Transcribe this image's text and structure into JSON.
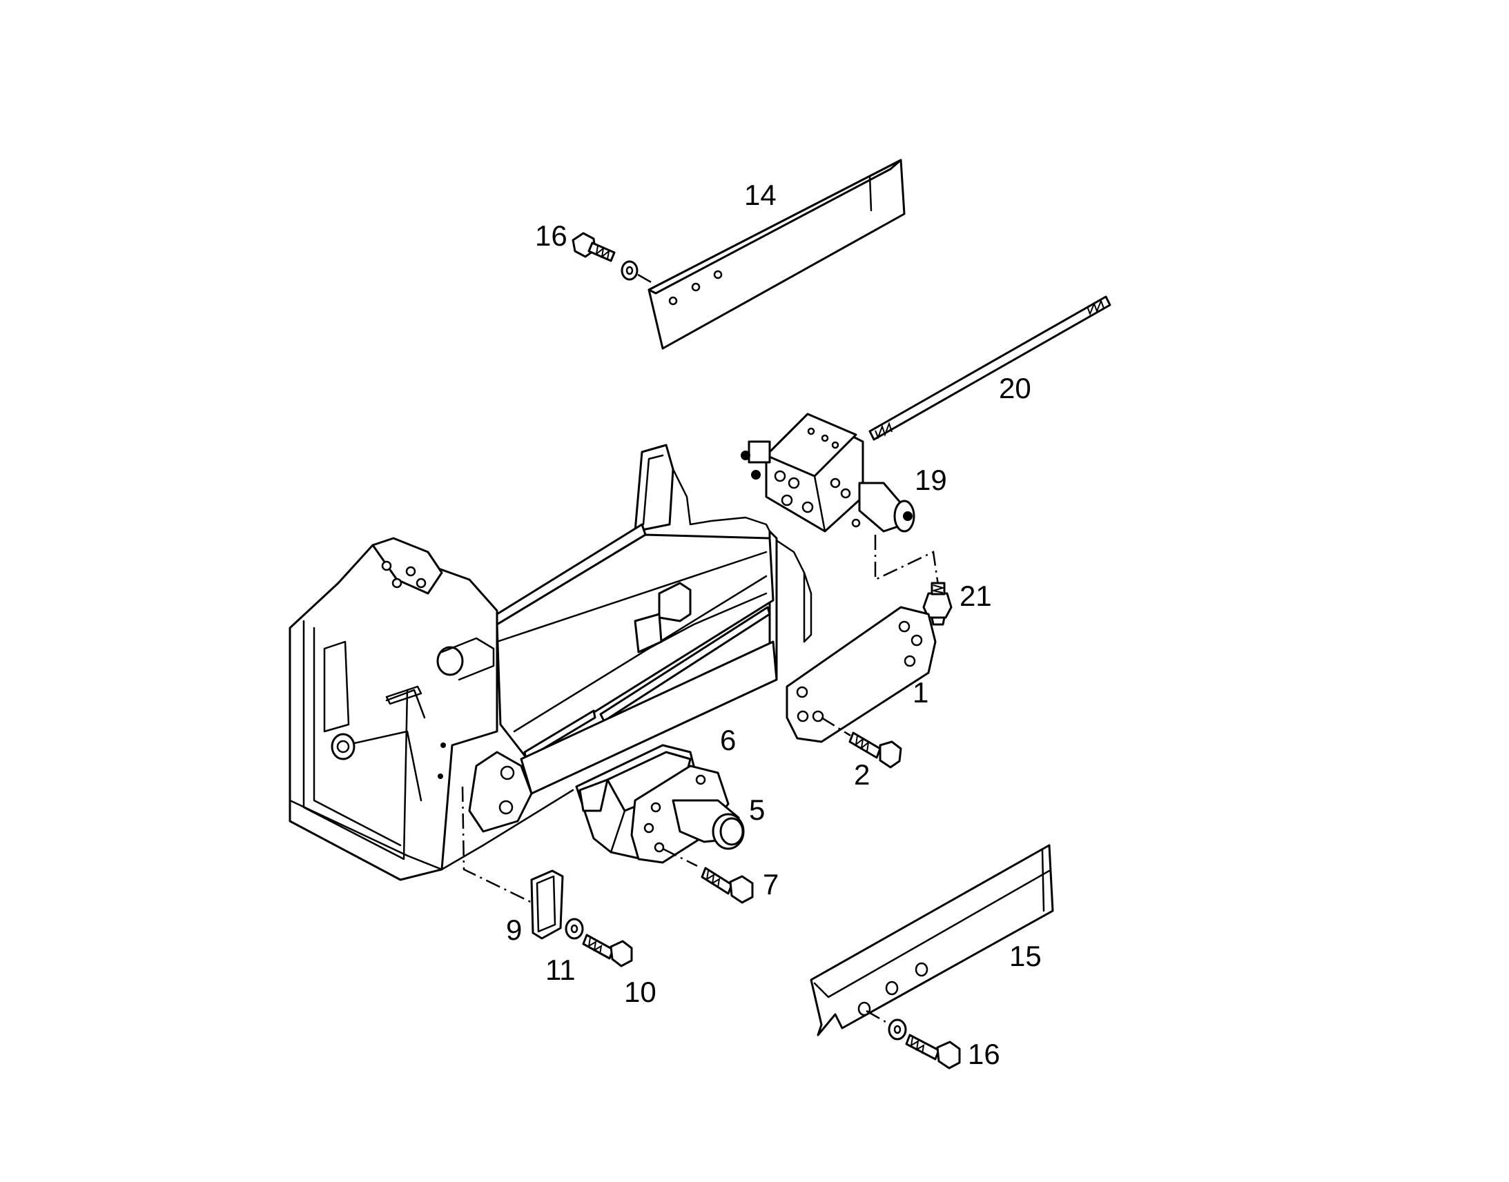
{
  "diagram": {
    "callouts": [
      {
        "id": "c14",
        "label": "14"
      },
      {
        "id": "c16a",
        "label": "16"
      },
      {
        "id": "c20",
        "label": "20"
      },
      {
        "id": "c19",
        "label": "19"
      },
      {
        "id": "c21",
        "label": "21"
      },
      {
        "id": "c1",
        "label": "1"
      },
      {
        "id": "c2",
        "label": "2"
      },
      {
        "id": "c6",
        "label": "6"
      },
      {
        "id": "c5",
        "label": "5"
      },
      {
        "id": "c7",
        "label": "7"
      },
      {
        "id": "c9",
        "label": "9"
      },
      {
        "id": "c11",
        "label": "11"
      },
      {
        "id": "c10",
        "label": "10"
      },
      {
        "id": "c15",
        "label": "15"
      },
      {
        "id": "c16b",
        "label": "16"
      }
    ]
  }
}
